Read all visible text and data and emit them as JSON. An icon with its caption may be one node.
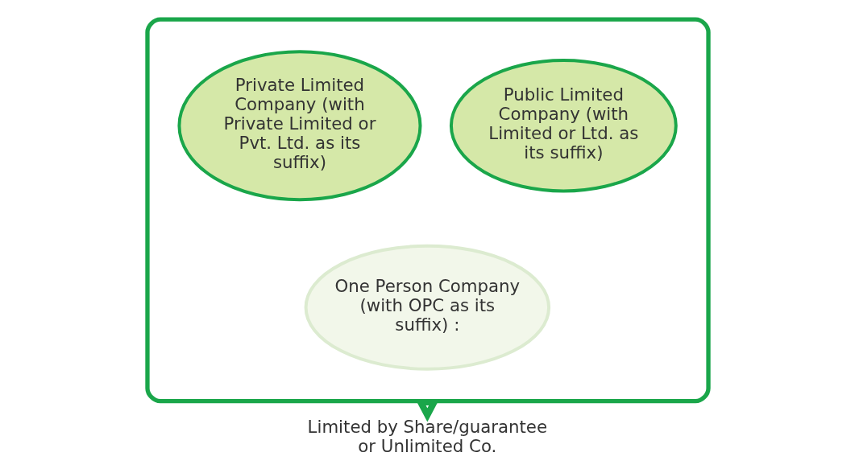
{
  "diagram": {
    "nodes": [
      {
        "text": [],
        "shape": "funnel"
      },
      {
        "text": [
          "Private Limited Company (with Private Limited or Pvt. Ltd. as its suffix)"
        ],
        "in": 0
      },
      {
        "text": [
          "Public Limited Company (with Limited or Ltd. as its suffix)"
        ],
        "in": 0
      },
      {
        "text": [
          "One Person Company (with OPC as its suffix) :"
        ],
        "in": 0
      },
      {
        "text": [
          "Limited by Share/guarantee or Unlimited Co."
        ]
      }
    ],
    "edges": [
      {
        "from": 0,
        "to": 4,
        "arrow": "to",
        "style": "thick"
      }
    ]
  }
}
